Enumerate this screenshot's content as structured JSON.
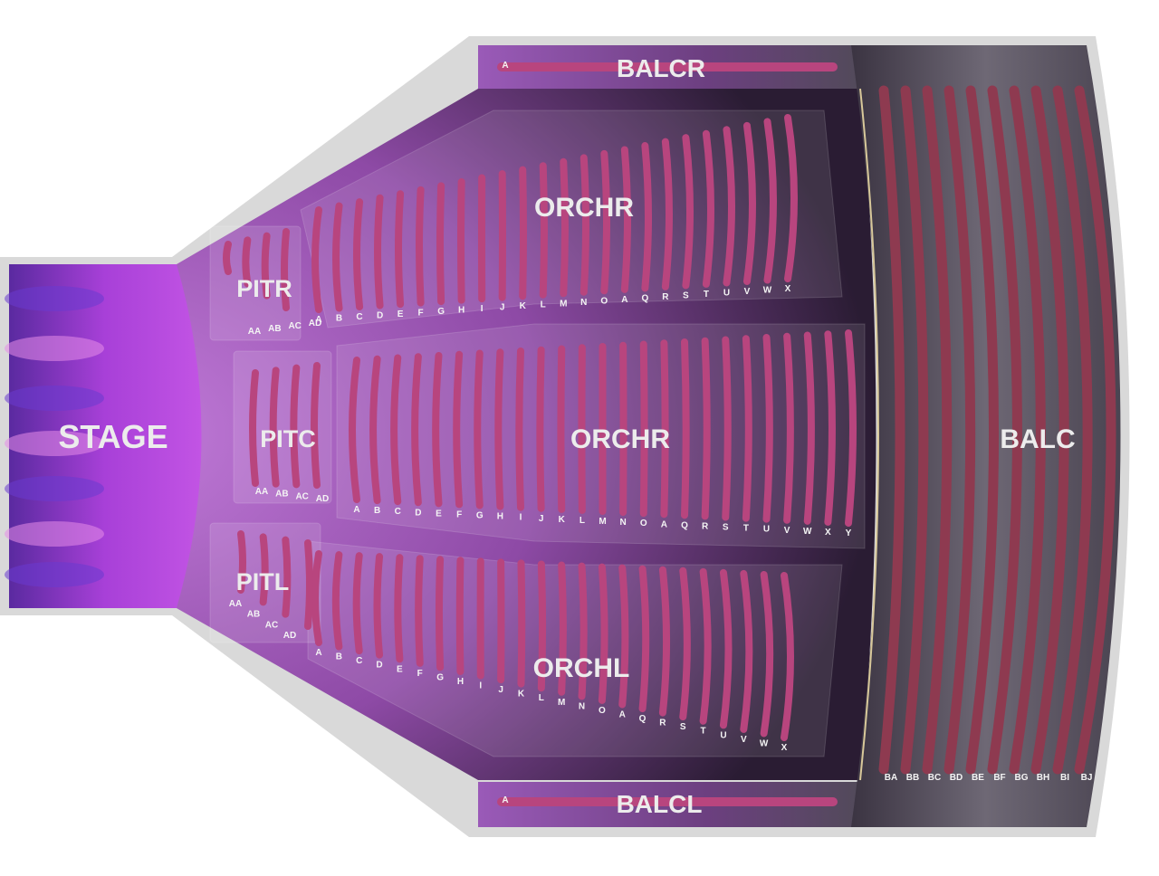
{
  "map": {
    "stage_label": "STAGE",
    "sections": {
      "balcr": {
        "name": "BALCR",
        "rows": [
          "A"
        ]
      },
      "balcl": {
        "name": "BALCL",
        "rows": [
          "A"
        ]
      },
      "balc": {
        "name": "BALC",
        "rows": [
          "BA",
          "BB",
          "BC",
          "BD",
          "BE",
          "BF",
          "BG",
          "BH",
          "BI",
          "BJ"
        ]
      },
      "pitr": {
        "name": "PITR",
        "rows": [
          "AA",
          "AB",
          "AC",
          "AD"
        ]
      },
      "pitc": {
        "name": "PITC",
        "rows": [
          "AA",
          "AB",
          "AC",
          "AD"
        ]
      },
      "pitl": {
        "name": "PITL",
        "rows": [
          "AA",
          "AB",
          "AC",
          "AD"
        ]
      },
      "orch_top": {
        "name": "ORCHR",
        "rows": [
          "A",
          "B",
          "C",
          "D",
          "E",
          "F",
          "G",
          "H",
          "I",
          "J",
          "K",
          "L",
          "M",
          "N",
          "O",
          "A",
          "Q",
          "R",
          "S",
          "T",
          "U",
          "V",
          "W",
          "X"
        ]
      },
      "orch_center": {
        "name": "ORCHR",
        "rows": [
          "A",
          "B",
          "C",
          "D",
          "E",
          "F",
          "G",
          "H",
          "I",
          "J",
          "K",
          "L",
          "M",
          "N",
          "O",
          "A",
          "Q",
          "R",
          "S",
          "T",
          "U",
          "V",
          "W",
          "X",
          "Y"
        ]
      },
      "orch_bottom": {
        "name": "ORCHL",
        "rows": [
          "A",
          "B",
          "C",
          "D",
          "E",
          "F",
          "G",
          "H",
          "I",
          "J",
          "K",
          "L",
          "M",
          "N",
          "O",
          "A",
          "Q",
          "R",
          "S",
          "T",
          "U",
          "V",
          "W",
          "X"
        ]
      }
    },
    "colors": {
      "stage": "#b84ee0",
      "floor": "#9a54b0",
      "orch_row": "#b8457e",
      "balc_row": "#8e3a50",
      "balc_floor": "#5a5462",
      "frame": "#d6d6d6"
    }
  }
}
